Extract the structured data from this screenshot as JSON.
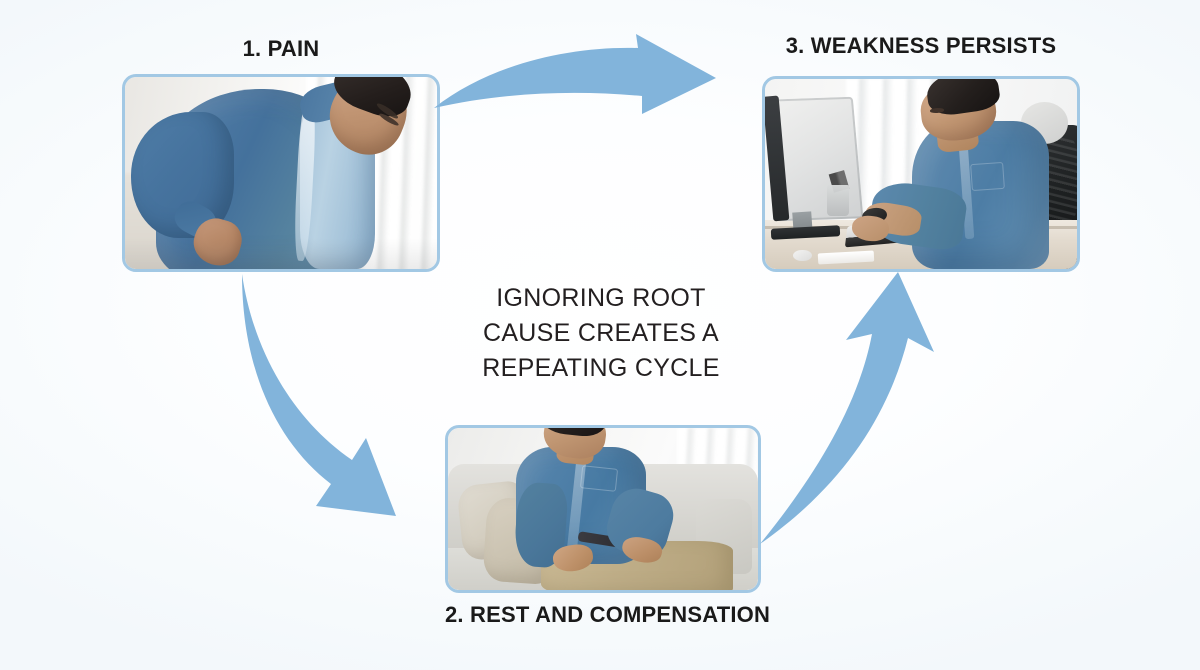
{
  "infographic": {
    "background_color": "#f7fafc",
    "accent_color": "#82b4db",
    "card_border_color": "#a2c8e4",
    "text_color": "#1a1a1a",
    "center_caption": {
      "line1": "IGNORING ROOT",
      "line2": "CAUSE CREATES A",
      "line3": "REPEATING CYCLE"
    },
    "steps": [
      {
        "id": "step-1",
        "label": "1. PAIN",
        "image_alt": "Man in blue shirt bending forward holding his lower back in pain"
      },
      {
        "id": "step-2",
        "label": "2. REST AND COMPENSATION",
        "image_alt": "Man in blue shirt and khaki trousers sitting resting on a grey sofa with cushions"
      },
      {
        "id": "step-3",
        "label": "3. WEAKNESS PERSISTS",
        "image_alt": "Man in blue shirt hunched at a desk typing on a keyboard in front of a computer monitor"
      }
    ],
    "arrows": [
      {
        "id": "arrow-pain-to-weakness",
        "name": "curved-arrow-right",
        "from": "1. PAIN",
        "to": "3. WEAKNESS PERSISTS"
      },
      {
        "id": "arrow-pain-to-rest",
        "name": "curved-arrow-down",
        "from": "1. PAIN",
        "to": "2. REST AND COMPENSATION"
      },
      {
        "id": "arrow-rest-to-weakness",
        "name": "curved-arrow-up",
        "from": "2. REST AND COMPENSATION",
        "to": "3. WEAKNESS PERSISTS"
      }
    ]
  }
}
